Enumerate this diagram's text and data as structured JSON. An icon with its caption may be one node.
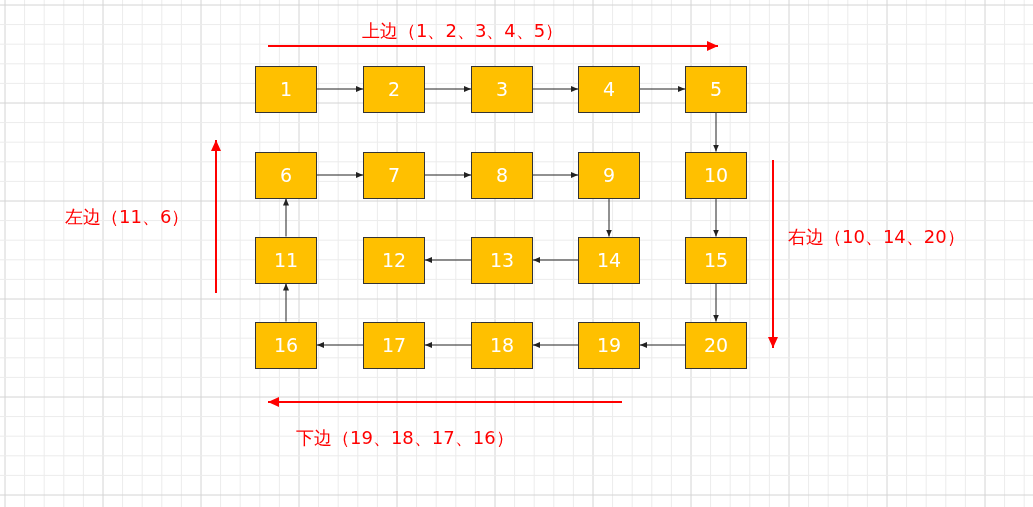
{
  "diagram": {
    "nodes": [
      {
        "text": [
          "1"
        ]
      },
      {
        "text": [
          "2"
        ]
      },
      {
        "text": [
          "3"
        ]
      },
      {
        "text": [
          "4"
        ]
      },
      {
        "text": [
          "5"
        ]
      },
      {
        "text": [
          "6"
        ]
      },
      {
        "text": [
          "7"
        ]
      },
      {
        "text": [
          "8"
        ]
      },
      {
        "text": [
          "9"
        ]
      },
      {
        "text": [
          "10"
        ]
      },
      {
        "text": [
          "11"
        ]
      },
      {
        "text": [
          "12"
        ]
      },
      {
        "text": [
          "13"
        ]
      },
      {
        "text": [
          "14"
        ]
      },
      {
        "text": [
          "15"
        ]
      },
      {
        "text": [
          "16"
        ]
      },
      {
        "text": [
          "17"
        ]
      },
      {
        "text": [
          "18"
        ]
      },
      {
        "text": [
          "19"
        ]
      },
      {
        "text": [
          "20"
        ]
      }
    ],
    "edges": [
      {
        "from": 0,
        "to": 1,
        "arrow": "to"
      },
      {
        "from": 1,
        "to": 2,
        "arrow": "to"
      },
      {
        "from": 2,
        "to": 3,
        "arrow": "to"
      },
      {
        "from": 3,
        "to": 4,
        "arrow": "to"
      },
      {
        "from": 4,
        "to": 9,
        "arrow": "to"
      },
      {
        "from": 5,
        "to": 6,
        "arrow": "to"
      },
      {
        "from": 6,
        "to": 7,
        "arrow": "to"
      },
      {
        "from": 7,
        "to": 8,
        "arrow": "to"
      },
      {
        "from": 8,
        "to": 13,
        "arrow": "to"
      },
      {
        "from": 9,
        "to": 14,
        "arrow": "to"
      },
      {
        "from": 13,
        "to": 12,
        "arrow": "to"
      },
      {
        "from": 12,
        "to": 11,
        "arrow": "to"
      },
      {
        "from": 14,
        "to": 19,
        "arrow": "to"
      },
      {
        "from": 19,
        "to": 18,
        "arrow": "to"
      },
      {
        "from": 18,
        "to": 17,
        "arrow": "to"
      },
      {
        "from": 17,
        "to": 16,
        "arrow": "to"
      },
      {
        "from": 16,
        "to": 15,
        "arrow": "to"
      },
      {
        "from": 15,
        "to": 10,
        "arrow": "to"
      },
      {
        "from": 10,
        "to": 5,
        "arrow": "to"
      }
    ],
    "labels": [
      "上边（1、2、3、4、5）",
      "左边（11、6）",
      "右边（10、14、20）",
      "下边（19、18、17、16）"
    ]
  }
}
